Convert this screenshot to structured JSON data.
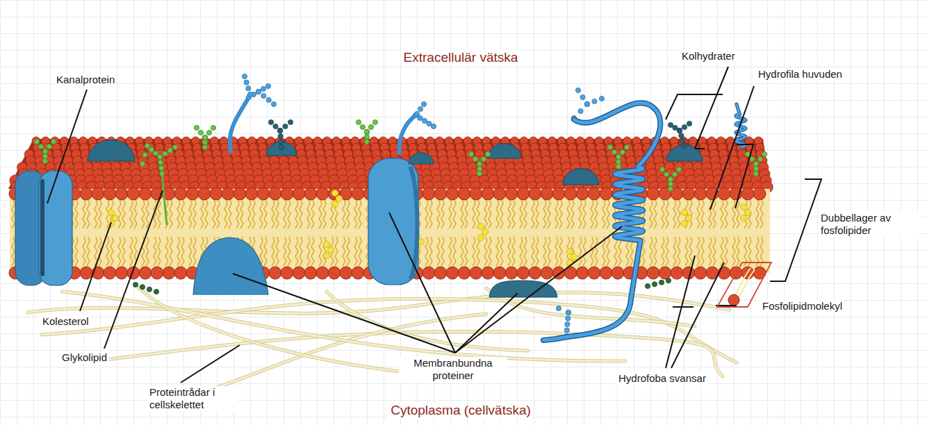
{
  "diagram": {
    "labels": [
      "Extracellulär vätska",
      "Kanalprotein",
      "Kolhydrater",
      "Hydrofila huvuden",
      "Dubbellager av fosfolipider",
      "Fosfolipidmolekyl",
      "Kolesterol",
      "Glykolipid",
      "Membranbundna proteiner",
      "Hydrofoba svansar",
      "Proteintrådar i cellskelettet",
      "Cytoplasma (cellvätska)"
    ]
  }
}
